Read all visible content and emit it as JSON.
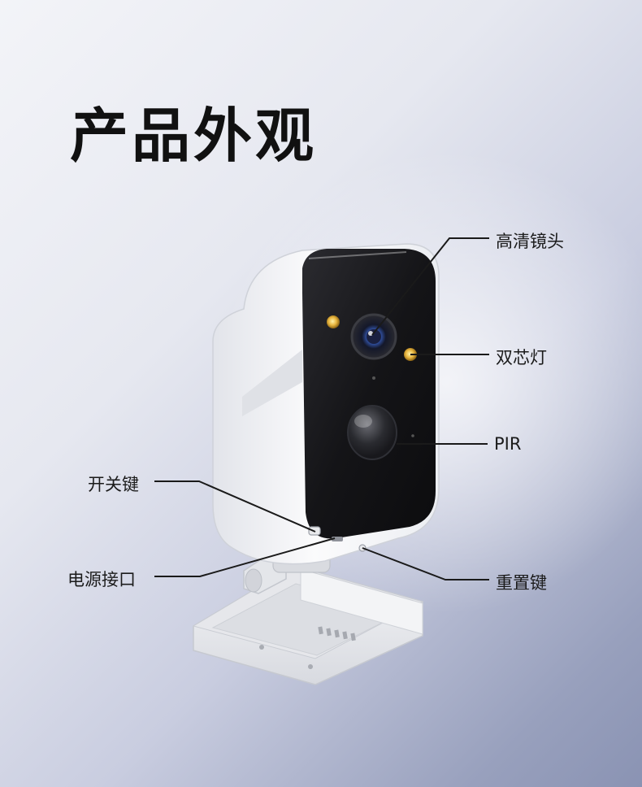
{
  "page": {
    "title": "产品外观"
  },
  "callouts": {
    "lens": "高清镜头",
    "dual_light": "双芯灯",
    "pir": "PIR",
    "power_button": "开关键",
    "power_port": "电源接口",
    "reset_button": "重置键"
  },
  "colors": {
    "background_light": "#f3f4f8",
    "background_dark": "#8a93b3",
    "camera_body": "#f4f5f7",
    "camera_face": "#141417",
    "led": "#e8b640",
    "text": "#1b1b1b"
  }
}
